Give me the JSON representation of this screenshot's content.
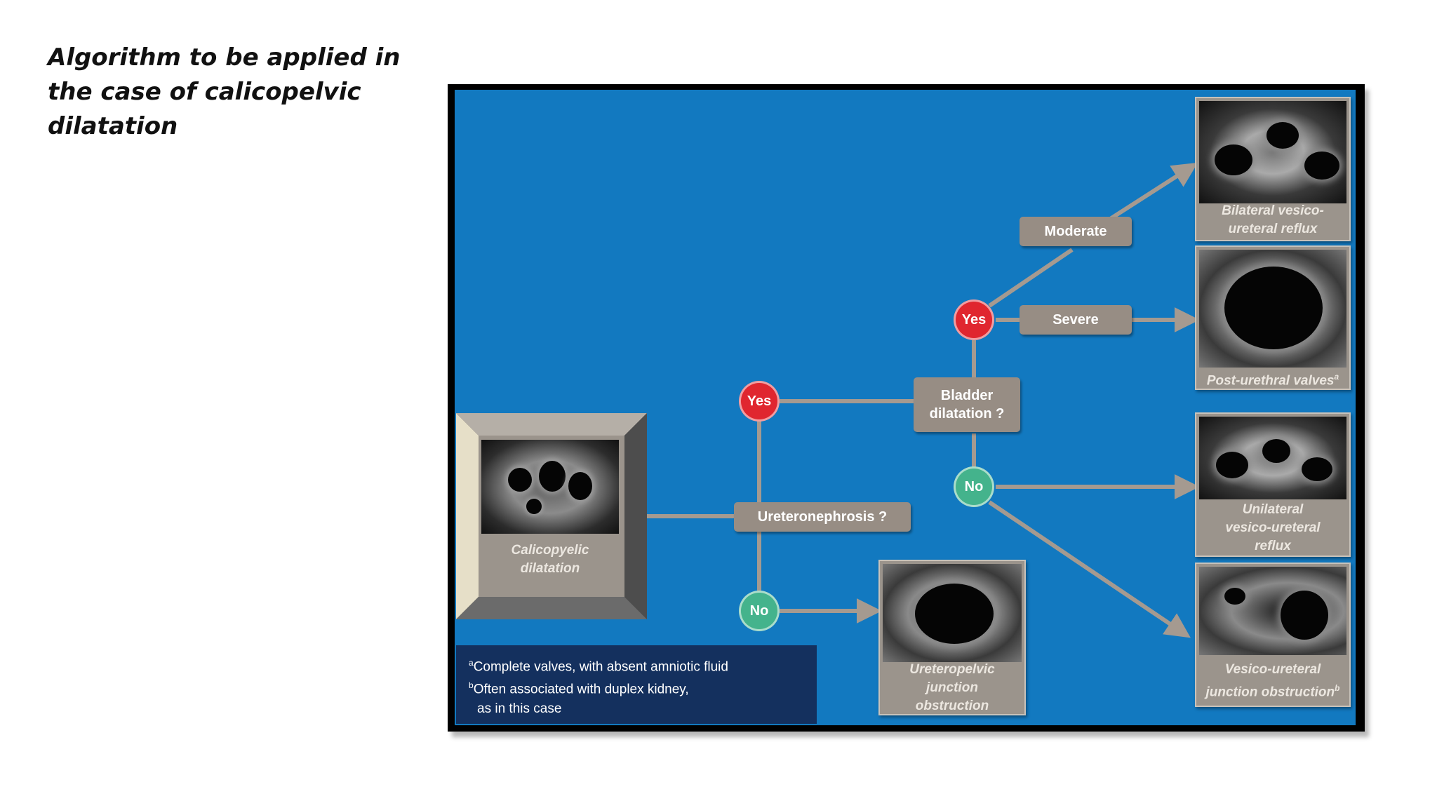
{
  "slide": {
    "title": "Algorithm to be applied in the case of calicopelvic dilatation"
  },
  "diagram": {
    "start_node": {
      "caption": "Calicopyelic dilatation"
    },
    "decisions": {
      "ureteronephrosis": "Ureteronephrosis ?",
      "bladder": "Bladder dilatation ?",
      "moderate": "Moderate",
      "severe": "Severe"
    },
    "branches": {
      "yes_ureteronephrosis": "Yes",
      "no_ureteronephrosis": "No",
      "yes_bladder": "Yes",
      "no_bladder": "No"
    },
    "outcomes": {
      "bilateral_vur": "Bilateral vesico-ureteral reflux",
      "post_urethral_valves": "Post-urethral valves",
      "post_urethral_valves_mark": "a",
      "unilateral_vur": "Unilateral vesico-ureteral reflux",
      "vesico_ureteral_junction": "Vesico-ureteral junction obstruction",
      "vesico_ureteral_junction_mark": "b",
      "ureteropelvic_junction": "Ureteropelvic junction obstruction"
    },
    "footnotes": {
      "a_mark": "a",
      "a_text": "Complete valves, with absent amniotic fluid",
      "b_mark": "b",
      "b_text": "Often associated with duplex kidney,",
      "b_text_cont": "as in this case"
    },
    "colors": {
      "background": "#1279c0",
      "connector": "#a59a90",
      "decision_box": "#978d84",
      "yes_circle": "#e0262f",
      "no_circle": "#44b38c",
      "footnote_box": "#14305e"
    }
  }
}
